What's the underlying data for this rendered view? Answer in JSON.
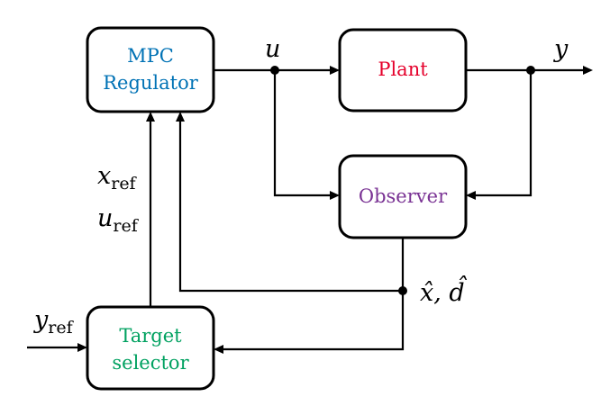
{
  "blocks": {
    "mpc": {
      "line1": "MPC",
      "line2": "Regulator",
      "color": "#0072b5"
    },
    "plant": {
      "label": "Plant",
      "color": "#e5002b"
    },
    "observer": {
      "label": "Observer",
      "color": "#7a3394"
    },
    "target": {
      "line1": "Target",
      "line2": "selector",
      "color": "#00a160"
    }
  },
  "signals": {
    "u": "u",
    "y": "y",
    "x_ref_base": "x",
    "x_ref_sub": "ref",
    "u_ref_base": "u",
    "u_ref_sub": "ref",
    "y_ref_base": "y",
    "y_ref_sub": "ref",
    "estimate": "x̂, d̂"
  }
}
